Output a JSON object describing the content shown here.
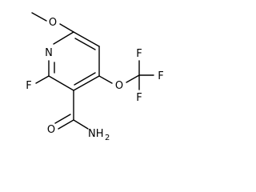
{
  "molecule": {
    "atoms": {
      "O_methoxy": "O",
      "N_ring": "N",
      "F_ring": "F",
      "O_carbonyl": "O",
      "N_amide": "NH",
      "N_amide_h_count": "2",
      "O_ether": "O",
      "F_top": "F",
      "F_right": "F",
      "F_bottom": "F"
    }
  }
}
